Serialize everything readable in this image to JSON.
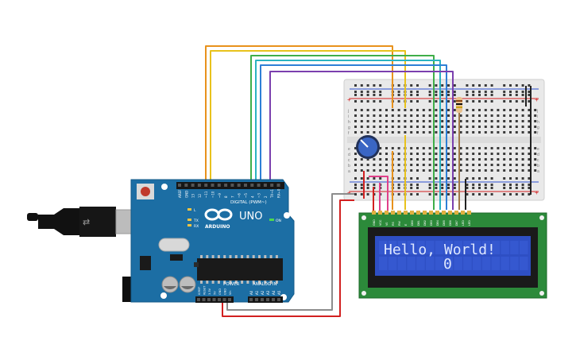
{
  "arduino": {
    "brand": "UNO",
    "logo_text": "ARDUINO",
    "digital_header": "DIGITAL (PWM~)",
    "power_header": "POWER",
    "analog_header": "ANALOG IN",
    "on_label": "ON",
    "tx_label": "TX",
    "rx_label": "RX",
    "l_label": "L",
    "digital_pins": [
      "AREF",
      "GND",
      "13",
      "12",
      "~11",
      "~10",
      "~9",
      "8",
      "7",
      "~6",
      "~5",
      "4",
      "~3",
      "2",
      "TX→1",
      "RX←0"
    ],
    "power_pins": [
      "IOREF",
      "RESET",
      "3.3V",
      "5V",
      "GND",
      "GND",
      "Vin"
    ],
    "analog_pins": [
      "A0",
      "A1",
      "A2",
      "A3",
      "A4",
      "A5"
    ]
  },
  "lcd": {
    "line1": "Hello, World!",
    "line2": "0",
    "pin_labels": [
      "GND",
      "VCC",
      "V0",
      "RS",
      "RW",
      "E",
      "DB0",
      "DB1",
      "DB2",
      "DB3",
      "DB4",
      "DB5",
      "DB6",
      "DB7",
      "LED",
      "LED"
    ]
  },
  "breadboard": {
    "row_letters_top": [
      "j",
      "i",
      "h",
      "g",
      "f"
    ],
    "row_letters_bottom": [
      "e",
      "d",
      "c",
      "b",
      "a"
    ],
    "rail_plus": "+",
    "rail_minus": "-"
  },
  "colors": {
    "arduino_board": "#1c6ea4",
    "lcd_pcb": "#2c8a3a",
    "lcd_screen": "#2e4fc4",
    "breadboard": "#ececec",
    "wire_orange": "#e8921c",
    "wire_yellow": "#e8c21c",
    "wire_green": "#3fae49",
    "wire_teal": "#2bb3c0",
    "wire_blue": "#2e7fd6",
    "wire_purple": "#7b3fae",
    "wire_red": "#d22020",
    "wire_gray": "#8c8c8c",
    "wire_pink": "#e0408a",
    "wire_brown": "#a0784a",
    "wire_black": "#222222"
  }
}
